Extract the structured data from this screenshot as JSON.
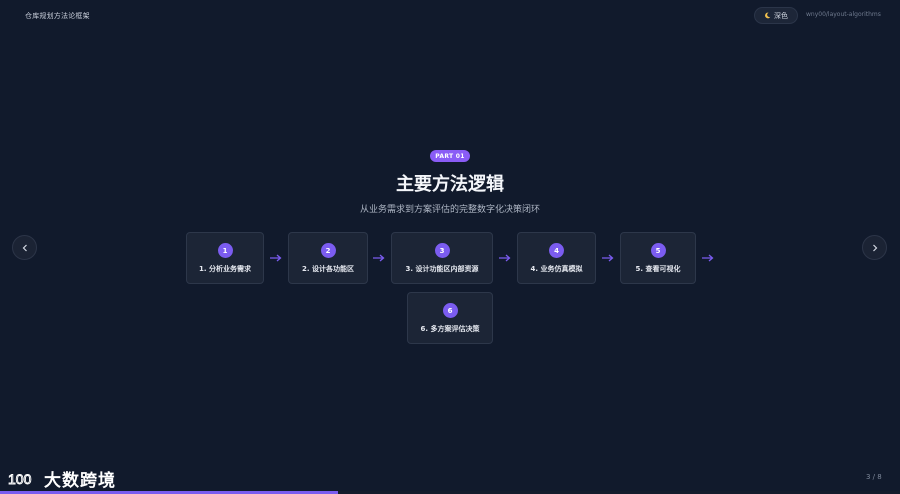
{
  "header": {
    "app_title": "仓库规划方法论框架",
    "theme_toggle_label": "深色",
    "author": "wny00/layout-algorithms"
  },
  "slide": {
    "part_badge": "PART 01",
    "title": "主要方法逻辑",
    "subtitle": "从业务需求到方案评估的完整数字化决策闭环",
    "steps": [
      {
        "num": "1",
        "label": "1. 分析业务需求"
      },
      {
        "num": "2",
        "label": "2. 设计各功能区"
      },
      {
        "num": "3",
        "label": "3. 设计功能区内部资源"
      },
      {
        "num": "4",
        "label": "4. 业务仿真模拟"
      },
      {
        "num": "5",
        "label": "5. 查看可视化"
      },
      {
        "num": "6",
        "label": "6. 多方案评估决策"
      }
    ]
  },
  "footer": {
    "logo_mark": "100",
    "logo_text": "大数跨境",
    "page_counter": "3 / 8",
    "progress_fraction": 0.375
  },
  "colors": {
    "background": "#111a2c",
    "accent": "#7b5cf0",
    "card": "#1c2536"
  },
  "icons": {
    "theme": "moon-icon",
    "prev": "chevron-left-icon",
    "next": "chevron-right-icon",
    "flow": "arrow-right-icon"
  }
}
